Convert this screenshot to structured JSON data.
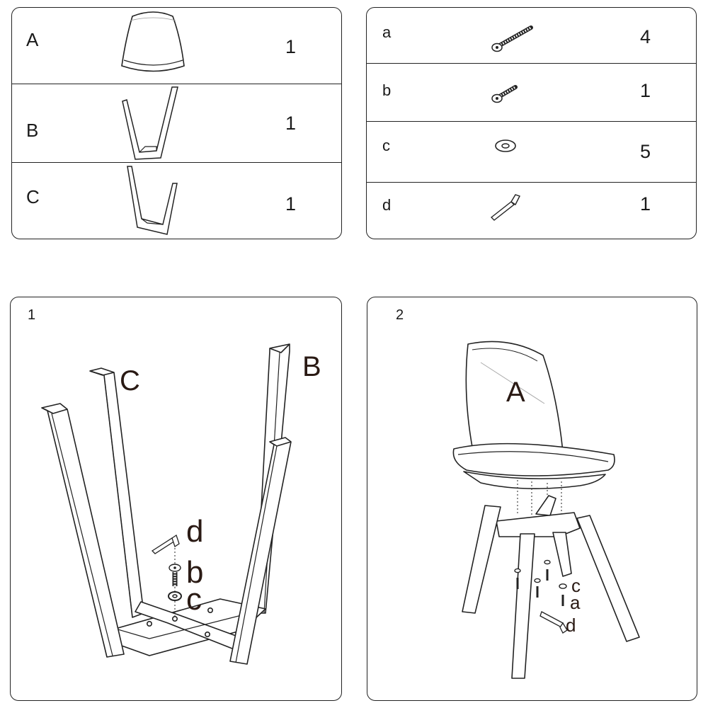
{
  "parts": [
    {
      "letter": "A",
      "qty": "1",
      "icon": "seat-shell-icon"
    },
    {
      "letter": "B",
      "qty": "1",
      "icon": "leg-frame-b-icon"
    },
    {
      "letter": "C",
      "qty": "1",
      "icon": "leg-frame-c-icon"
    }
  ],
  "hardware": [
    {
      "letter": "a",
      "qty": "4",
      "icon": "long-bolt-icon"
    },
    {
      "letter": "b",
      "qty": "1",
      "icon": "short-bolt-icon"
    },
    {
      "letter": "c",
      "qty": "5",
      "icon": "washer-icon"
    },
    {
      "letter": "d",
      "qty": "1",
      "icon": "allen-key-icon"
    }
  ],
  "step1": {
    "number": "1",
    "label_c": "C",
    "label_b": "B",
    "label_d": "d",
    "label_bolt": "b",
    "label_washer": "c"
  },
  "step2": {
    "number": "2",
    "label_seat": "A",
    "label_c": "c",
    "label_a": "a",
    "label_d": "d"
  }
}
